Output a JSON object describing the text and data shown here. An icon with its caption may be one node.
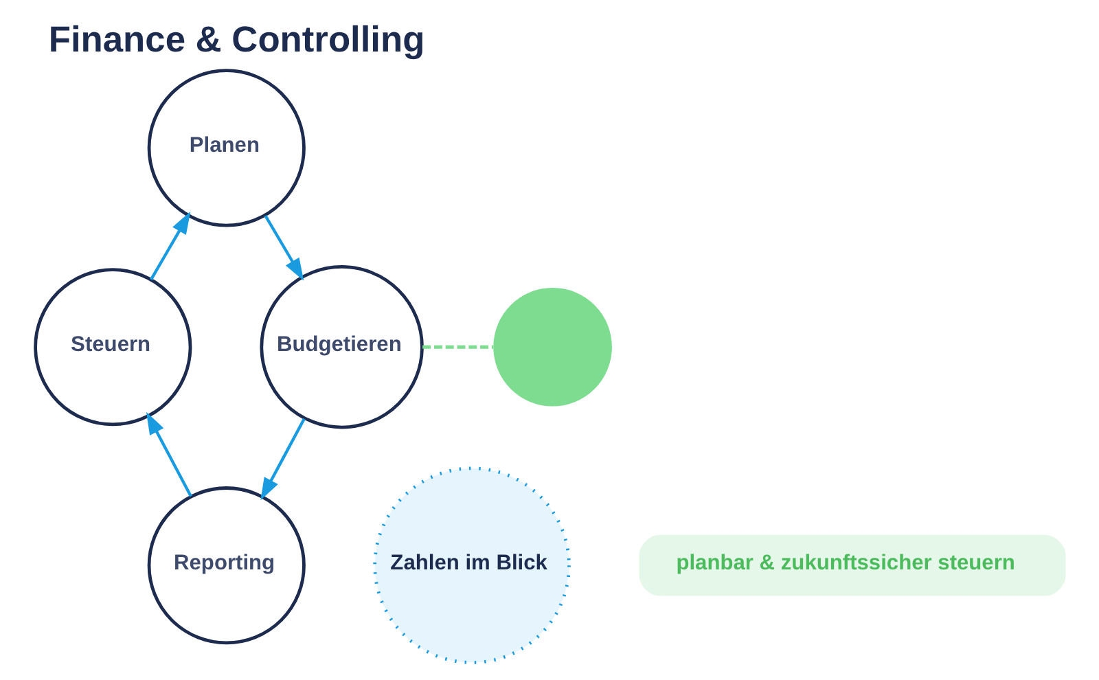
{
  "diagram": {
    "title": "Finance & Controlling",
    "nodes": [
      {
        "text": [
          "Planen"
        ]
      },
      {
        "text": [
          "Steuern"
        ]
      },
      {
        "text": [
          "Zahlen im Blick"
        ]
      },
      {
        "text": [
          "Budgetieren"
        ]
      },
      {
        "text": [],
        "shape": "circle"
      },
      {
        "text": [
          "Reporting"
        ]
      },
      {
        "text": [
          "planbar & zukunftssicher steuern"
        ]
      }
    ],
    "edges": [
      {
        "from": 0,
        "to": 3,
        "arrow": "to"
      },
      {
        "from": 3,
        "to": 5,
        "arrow": "to"
      },
      {
        "from": 5,
        "to": 1,
        "arrow": "to"
      },
      {
        "from": 1,
        "to": 0,
        "arrow": "to"
      },
      {
        "from": 3,
        "to": 4,
        "arrow": "none",
        "style": "dashed",
        "color": "#7ddc8f"
      }
    ]
  }
}
